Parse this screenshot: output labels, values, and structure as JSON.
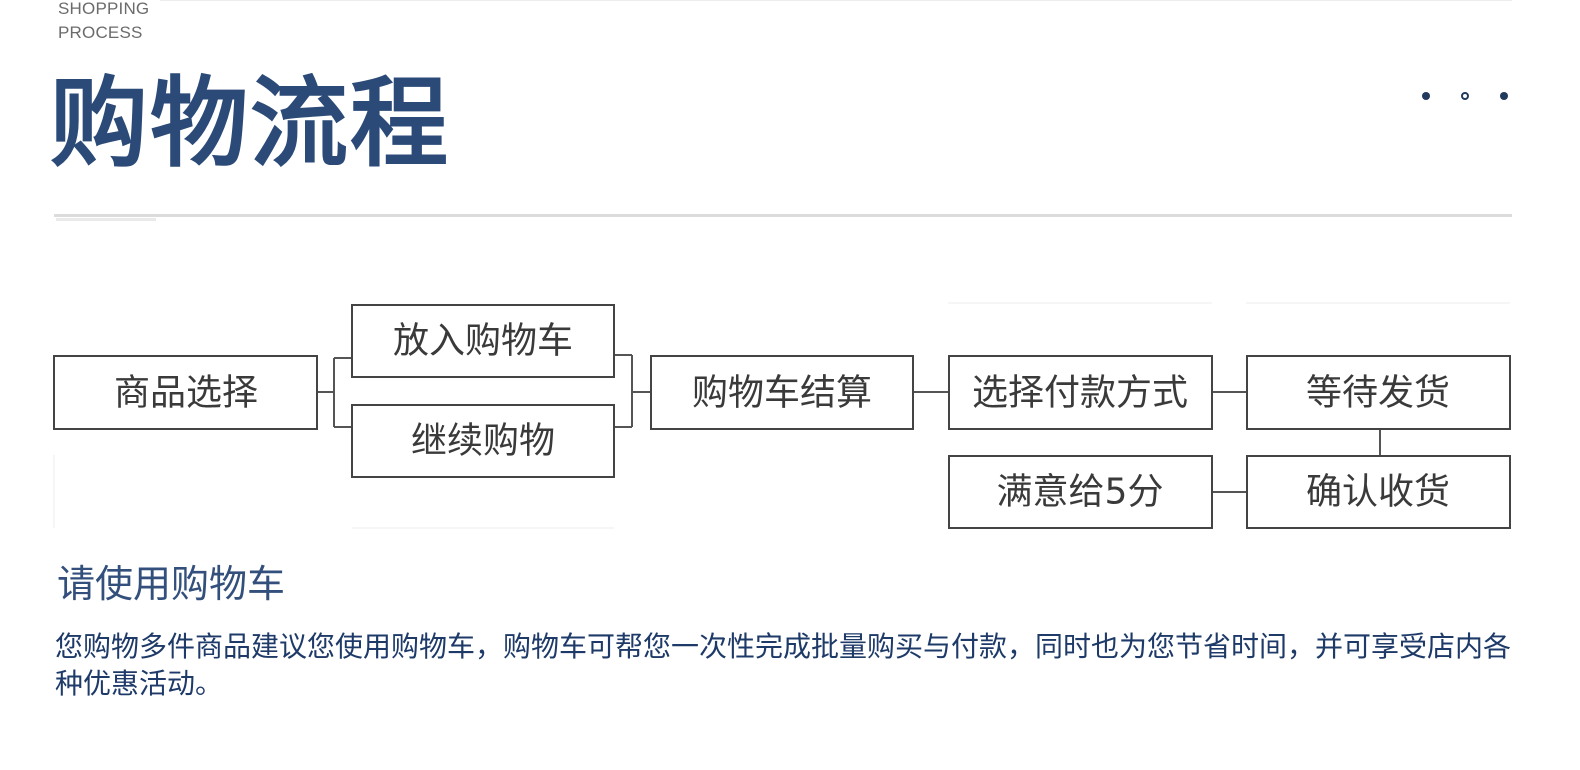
{
  "header": {
    "eyebrow_line1": "SHOPPING",
    "eyebrow_line2": "PROCESS",
    "title": "购物流程"
  },
  "colors": {
    "title": "#2b4a78",
    "text": "#1e3a68",
    "box_border": "#444444",
    "connector": "#555555"
  },
  "flow": {
    "steps": [
      {
        "id": "select",
        "label": "商品选择"
      },
      {
        "id": "add_to_cart",
        "label": "放入购物车"
      },
      {
        "id": "continue",
        "label": "继续购物"
      },
      {
        "id": "checkout",
        "label": "购物车结算"
      },
      {
        "id": "payment",
        "label": "选择付款方式"
      },
      {
        "id": "wait",
        "label": "等待发货"
      },
      {
        "id": "confirm",
        "label": "确认收货"
      },
      {
        "id": "rate",
        "label": "满意给5分"
      }
    ]
  },
  "section": {
    "subtitle": "请使用购物车",
    "description": "您购物多件商品建议您使用购物车，购物车可帮您一次性完成批量购买与付款，同时也为您节省时间，并可享受店内各种优惠活动。"
  }
}
